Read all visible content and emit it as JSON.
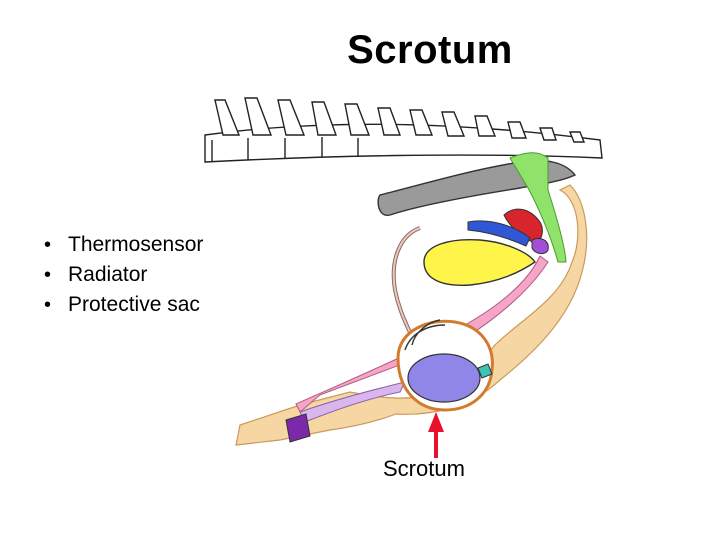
{
  "title": "Scrotum",
  "bullets": [
    {
      "text": "Thermosensor"
    },
    {
      "text": "Radiator"
    },
    {
      "text": "Protective sac"
    }
  ],
  "diagram": {
    "callout_label": "Scrotum",
    "arrow_color": "#e8102a",
    "colors": {
      "bone": "#ffffff",
      "body_tissue": "#f6d7a3",
      "rectum": "#9a9a9a",
      "bladder": "#fff44a",
      "urethra": "#f5a6c8",
      "penis_tissue": "#d9b6ee",
      "testis": "#8f86e8",
      "ductus": "#f0c6c0",
      "gland_blue": "#2f57d6",
      "gland_red": "#d8242b",
      "gland_purple": "#a24fd6",
      "muscle_green": "#8fe36a",
      "scrotum_border": "#d47a2c",
      "teal": "#3ac4b6",
      "glans_purple": "#7a2aa8"
    }
  }
}
